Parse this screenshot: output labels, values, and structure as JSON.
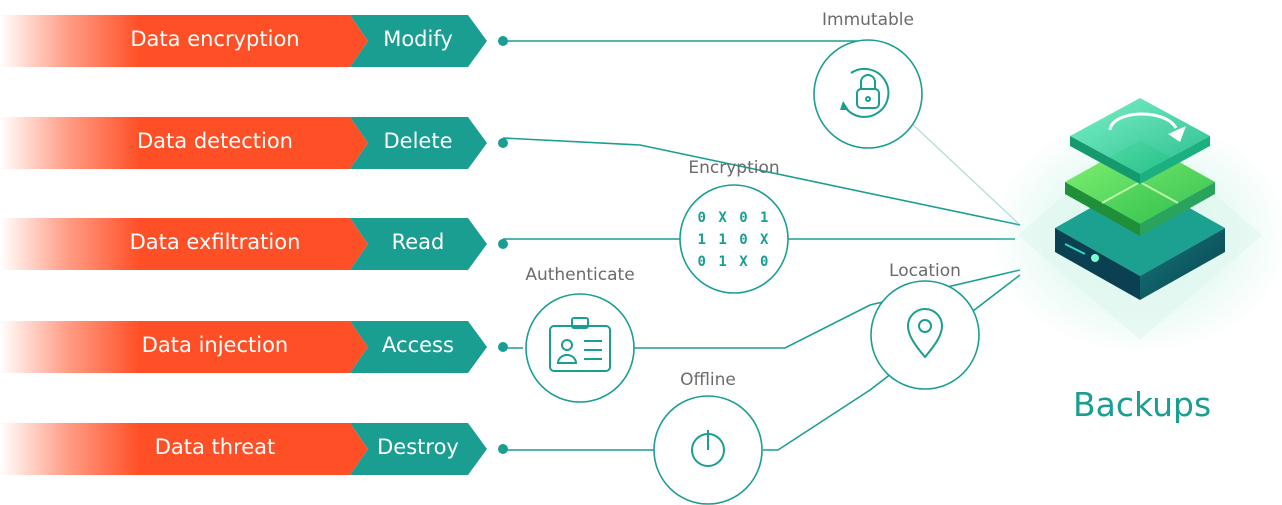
{
  "rows": [
    {
      "threat": "Data encryption",
      "action": "Modify"
    },
    {
      "threat": "Data detection",
      "action": "Delete"
    },
    {
      "threat": "Data exfiltration",
      "action": "Read"
    },
    {
      "threat": "Data injection",
      "action": "Access"
    },
    {
      "threat": "Data threat",
      "action": "Destroy"
    }
  ],
  "controls": {
    "immutable": {
      "label": "Immutable",
      "icon": "lock-rotate-icon"
    },
    "encryption": {
      "label": "Encryption",
      "icon": "binary-icon",
      "binary": [
        "0 X 0 1",
        "1 1 0 X",
        "0 1 X 0"
      ]
    },
    "authenticate": {
      "label": "Authenticate",
      "icon": "id-card-icon"
    },
    "location": {
      "label": "Location",
      "icon": "map-pin-icon"
    },
    "offline": {
      "label": "Offline",
      "icon": "power-icon"
    }
  },
  "target": {
    "label": "Backups",
    "icon": "server-stack-icon"
  },
  "colors": {
    "threat": "#ff4f26",
    "action": "#1a9e92",
    "line": "#1a9e92",
    "server_top": "#3fdc9a",
    "server_base": "#0d4a5a"
  }
}
